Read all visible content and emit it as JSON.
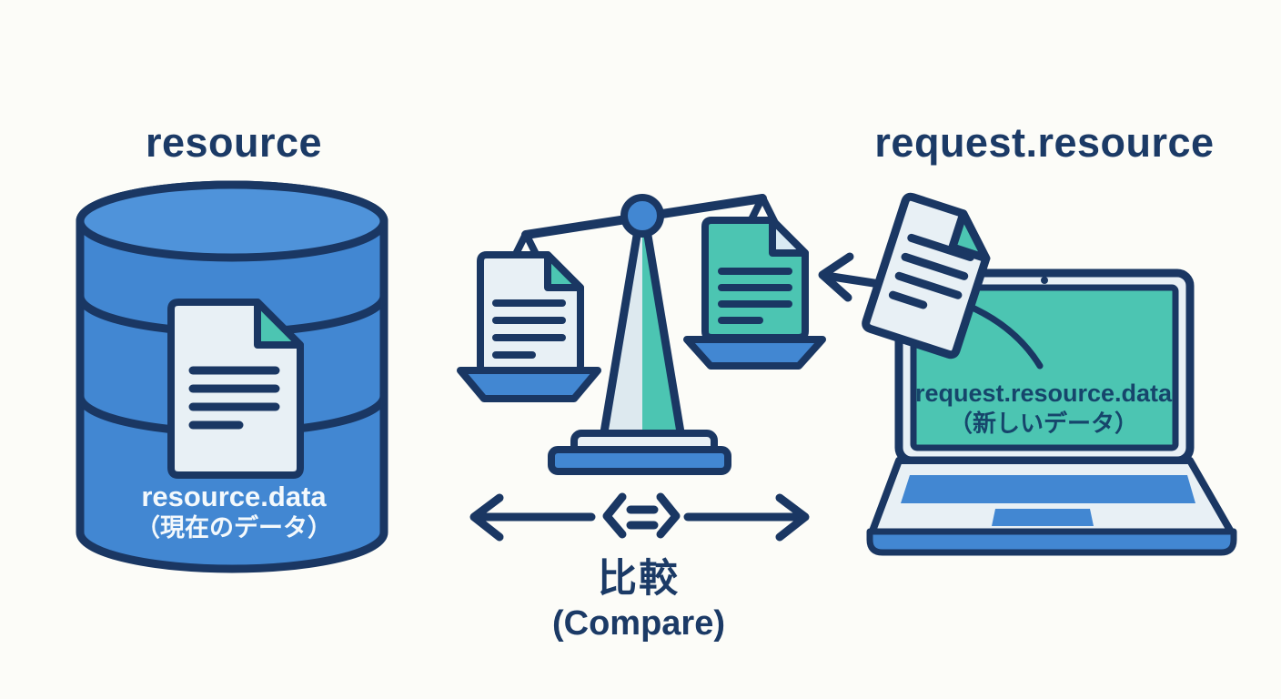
{
  "colors": {
    "navy": "#1a3763",
    "blue": "#4287d2",
    "blue_light": "#4f93da",
    "teal": "#4cc5b2",
    "paper": "#e8f0f5",
    "paper_dim": "#dde9ef",
    "background": "#fcfcf8",
    "label_white": "#f4f9fc"
  },
  "left": {
    "title": "resource",
    "db_label_line1": "resource.data",
    "db_label_line2": "（現在のデータ）"
  },
  "center": {
    "equals_symbol": "⟨=⟩",
    "compare_jp": "比較",
    "compare_en": "(Compare)"
  },
  "right": {
    "title": "request.resource",
    "screen_label_line1": "request.resource.data",
    "screen_label_line2": "（新しいデータ）"
  },
  "icons": {
    "database": "database-cylinder",
    "stored_document": "document-with-folded-corner",
    "balance": "balance-scale",
    "left_pan_document": "document-with-folded-corner",
    "right_pan_document": "teal-document-with-folded-corner",
    "laptop": "laptop-computer",
    "incoming_document": "tilted-document-with-folded-corner",
    "compare_arrows": "left-and-right-arrows",
    "equals": "angle-bracketed-equals-sign",
    "incoming_arrow": "left-pointing-arrow"
  }
}
